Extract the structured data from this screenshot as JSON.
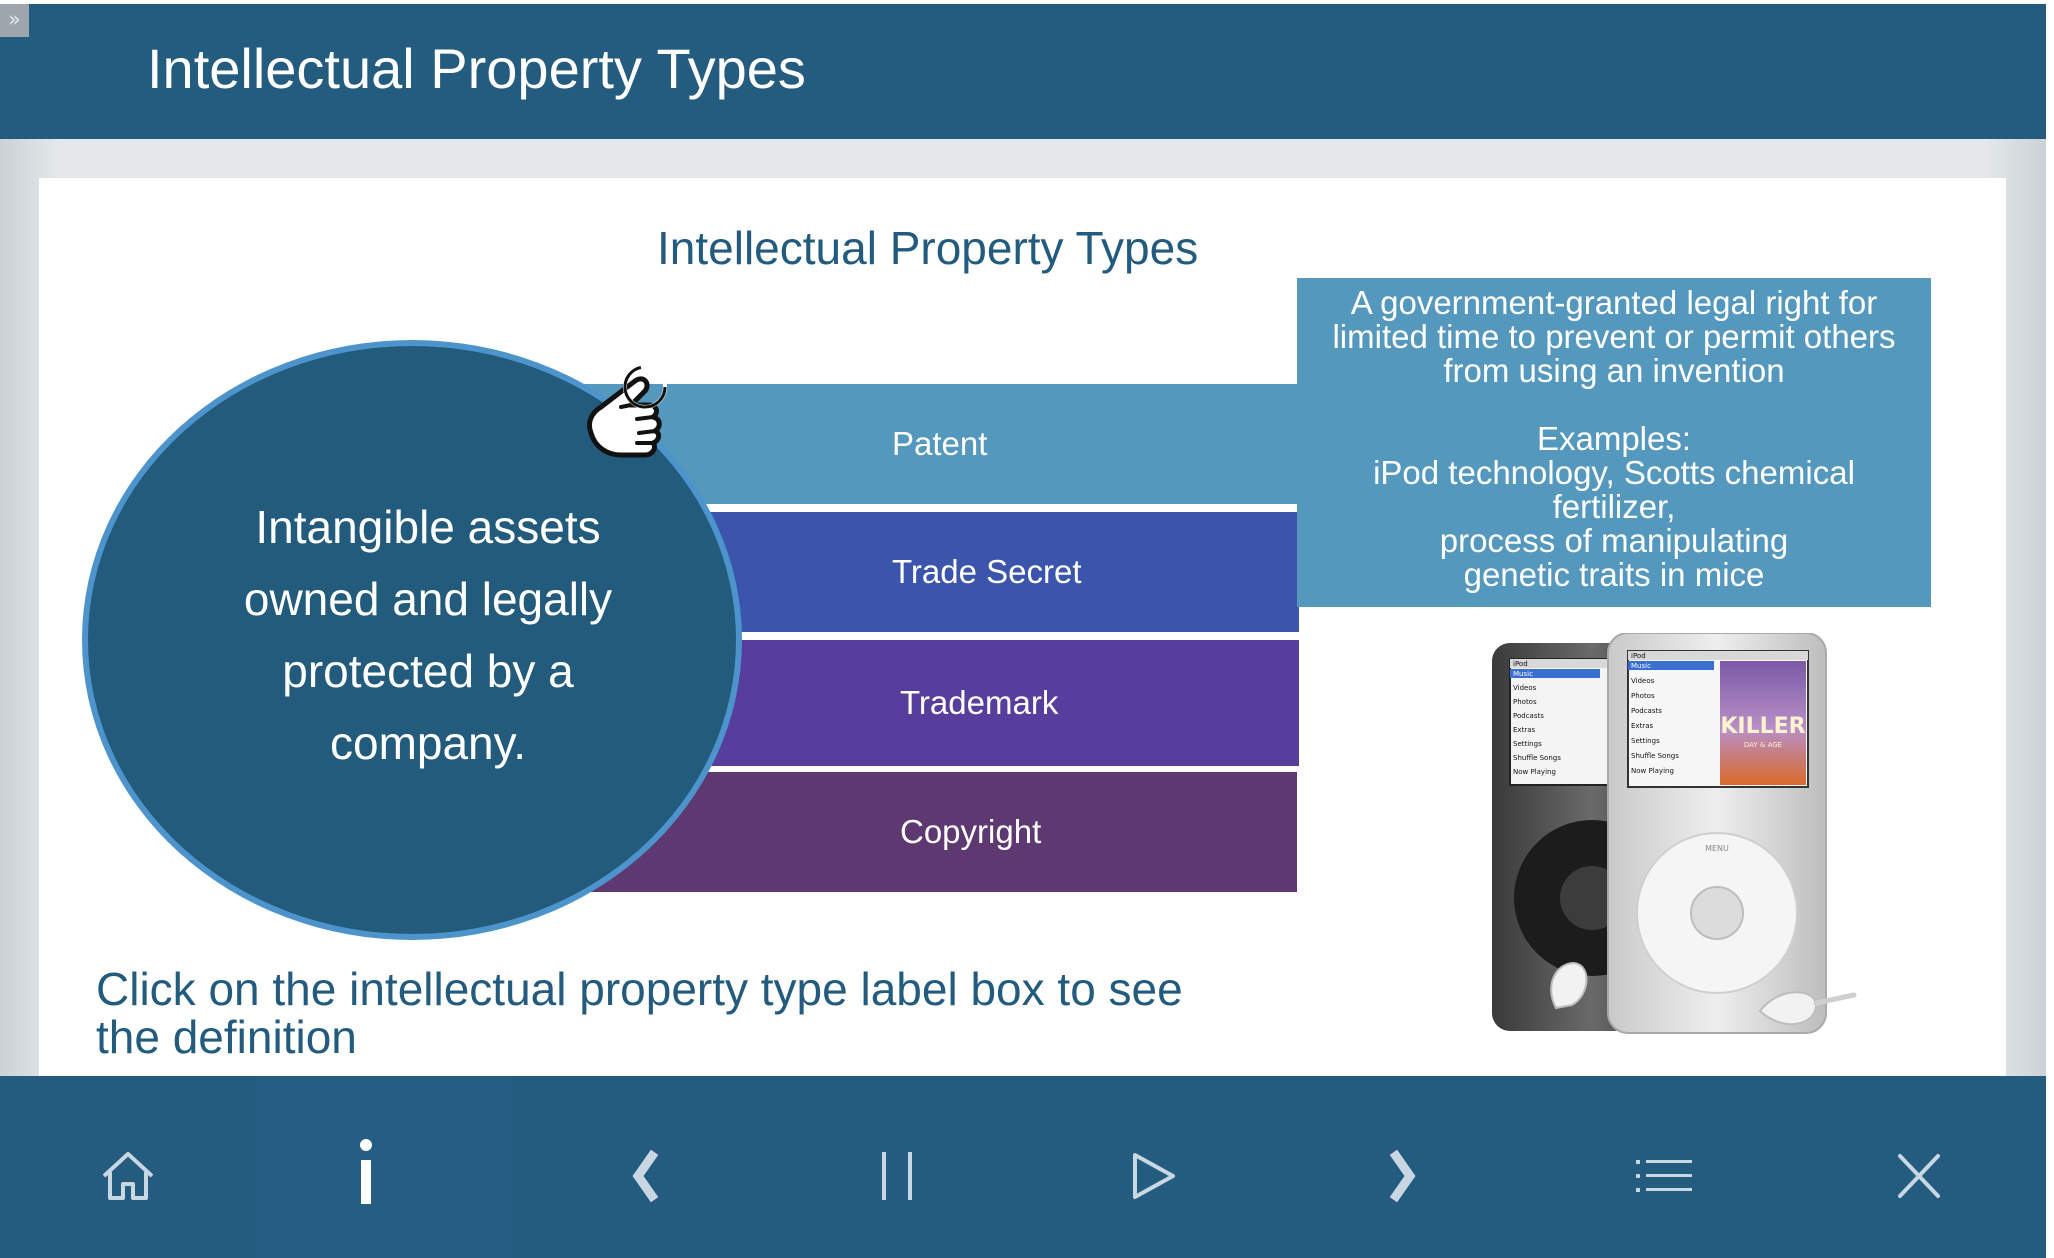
{
  "header": {
    "expand_icon": "double-chevron-right-icon",
    "expand_glyph": "»",
    "title": "Intellectual Property Types"
  },
  "slide": {
    "title": "Intellectual Property Types",
    "circle_text": "Intangible assets owned and legally protected by a company.",
    "bars": [
      {
        "label": "Patent",
        "color": "#5598be"
      },
      {
        "label": "Trade Secret",
        "color": "#3b55ad"
      },
      {
        "label": "Trademark",
        "color": "#573d9c"
      },
      {
        "label": "Copyright",
        "color": "#5e3870"
      }
    ],
    "definition": {
      "lines": [
        "A government-granted legal right for",
        "limited time to prevent or permit others",
        "from using an invention"
      ],
      "examples_heading": "Examples:",
      "examples_lines": [
        "iPod technology, Scotts chemical",
        "fertilizer,",
        "process of manipulating",
        "genetic traits in mice"
      ]
    },
    "instruction": "Click on the intellectual property type label box to see the definition",
    "ipod_screen": {
      "header": "iPod",
      "menu": [
        "Music",
        "Videos",
        "Photos",
        "Podcasts",
        "Extras",
        "Settings",
        "Shuffle Songs",
        "Now Playing"
      ],
      "wheel_label": "MENU",
      "album_text": "KILLER",
      "album_subtext": "DAY & AGE"
    }
  },
  "nav": {
    "buttons": [
      {
        "name": "home-button",
        "icon": "home-icon"
      },
      {
        "name": "info-button",
        "icon": "info-icon"
      },
      {
        "name": "previous-button",
        "icon": "chevron-left-icon"
      },
      {
        "name": "pause-button",
        "icon": "pause-icon"
      },
      {
        "name": "play-button",
        "icon": "play-icon"
      },
      {
        "name": "next-button",
        "icon": "chevron-right-icon"
      },
      {
        "name": "menu-button",
        "icon": "list-icon"
      },
      {
        "name": "close-button",
        "icon": "close-icon"
      }
    ]
  },
  "colors": {
    "header_bg": "#245c80",
    "accent_text": "#225b7e",
    "circle_fill": "#235b7d",
    "circle_border": "#4d93cc",
    "definition_bg": "#5598be"
  }
}
